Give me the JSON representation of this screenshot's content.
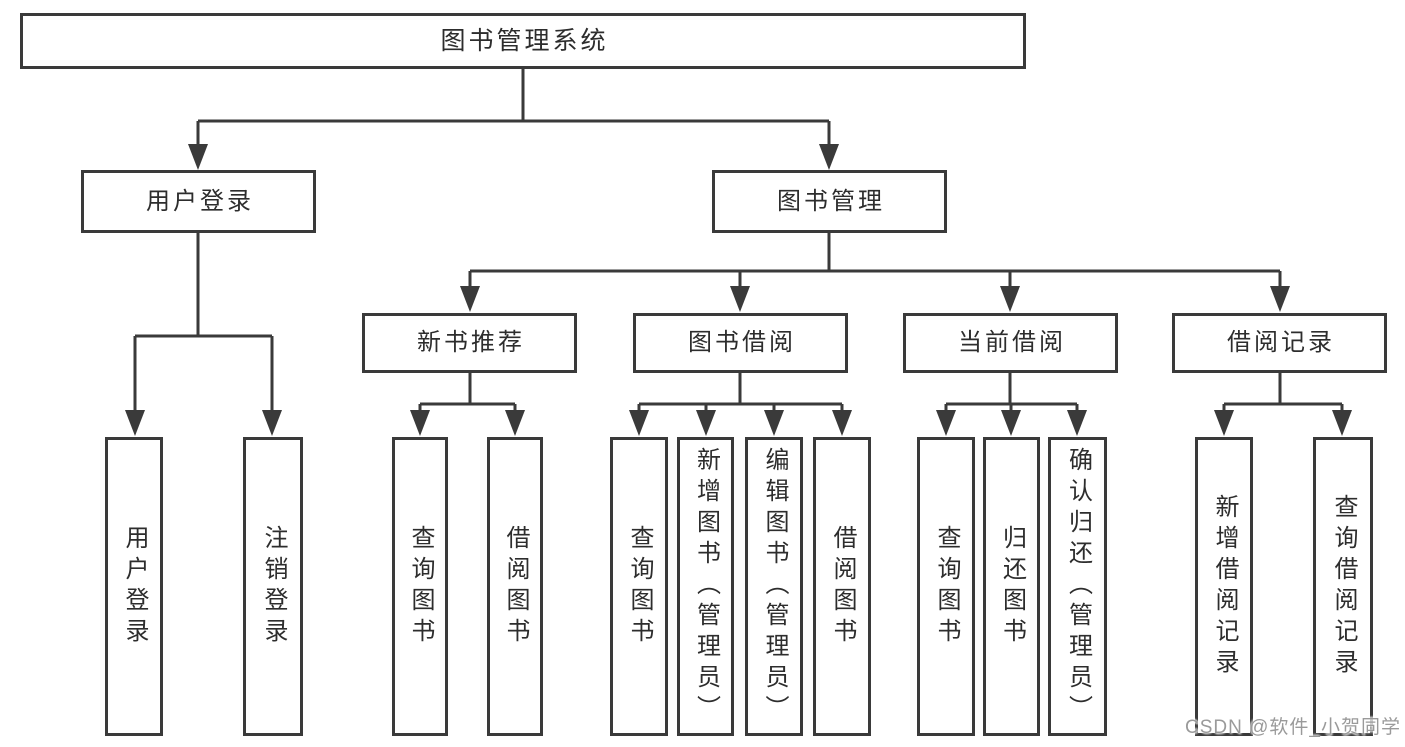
{
  "page": {
    "line_color": "#3a3a3a",
    "text_color": "#2d2d2d",
    "box_bg": "#ffffff",
    "watermark_color": "#9a9a9a"
  },
  "nodes": {
    "root": "图书管理系统",
    "user_login": "用户登录",
    "book_mgmt": "图书管理",
    "new_book": "新书推荐",
    "book_borrow": "图书借阅",
    "current_borrow": "当前借阅",
    "borrow_records": "借阅记录",
    "leaf_user_login": "用户登录",
    "leaf_logout": "注销登录",
    "nb_query": "查询图书",
    "nb_borrow": "借阅图书",
    "bw_query": "查询图书",
    "bw_add": "新增图书（管理员）",
    "bw_edit": "编辑图书（管理员）",
    "bw_borrow": "借阅图书",
    "cb_query": "查询图书",
    "cb_return": "归还图书",
    "cb_confirm": "确认归还（管理员）",
    "rc_add": "新增借阅记录",
    "rc_query": "查询借阅记录"
  },
  "watermark": "CSDN @软件_小贺同学"
}
